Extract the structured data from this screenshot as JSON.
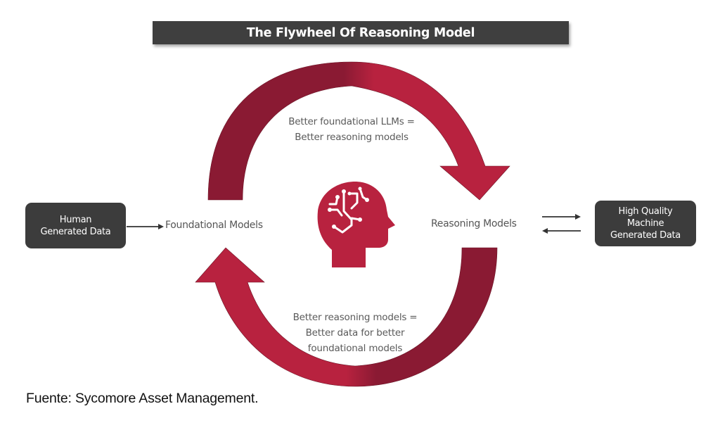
{
  "title": "The Flywheel Of Reasoning Model",
  "nodes": {
    "human_data": {
      "line1": "Human",
      "line2": "Generated Data"
    },
    "foundational": "Foundational Models",
    "reasoning": "Reasoning Models",
    "machine_data": {
      "line1": "High Quality",
      "line2": "Machine",
      "line3": "Generated Data"
    }
  },
  "cycle_captions": {
    "top": {
      "line1": "Better foundational LLMs =",
      "line2": "Better reasoning models"
    },
    "bottom": {
      "line1": "Better reasoning models =",
      "line2": "Better data for better",
      "line3": "foundational models"
    }
  },
  "center_icon": "brain-circuit-head-icon",
  "colors": {
    "arrow_light": "#b8223f",
    "arrow_dark": "#8a1a33",
    "box_fill": "#3c3c3c",
    "title_fill": "#3f3f3f"
  },
  "source": "Fuente: Sycomore Asset Management."
}
